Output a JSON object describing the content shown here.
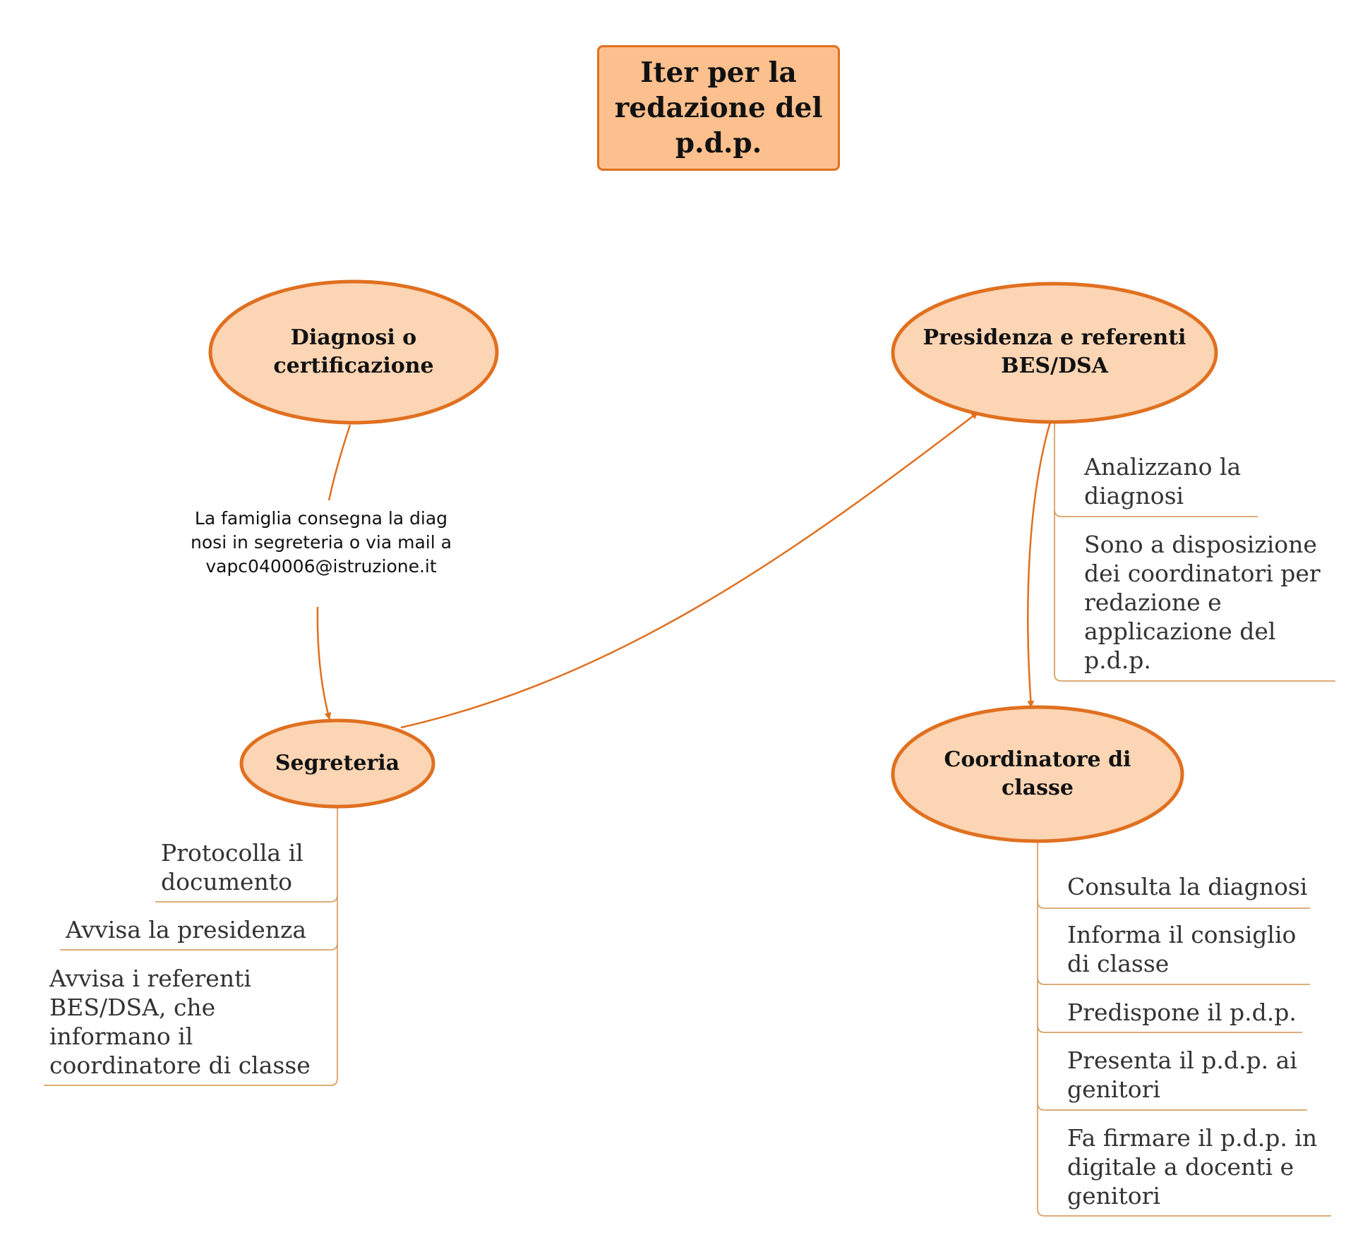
{
  "title": "Iter per la redazione del p.d.p.",
  "colors": {
    "accent": "#e07020",
    "node_fill": "#fcd5b4",
    "title_fill": "#fbc08e",
    "branch_line": "#d9a066"
  },
  "nodes": {
    "diagnosi": "Diagnosi o certificazione",
    "presidenza": "Presidenza e referenti BES/DSA",
    "segreteria": "Segreteria",
    "coordinatore": "Coordinatore di classe"
  },
  "edge_label": "La famiglia consegna la diagnosi in segreteria o via mail a vapc040006@istruzione.it",
  "segreteria_items": [
    "Protocolla il documento",
    "Avvisa la presidenza",
    "Avvisa i referenti BES/DSA, che informano il coordinatore di classe"
  ],
  "presidenza_items": [
    "Analizzano la diagnosi",
    "Sono a disposizione dei coordinatori per redazione e applicazione del p.d.p."
  ],
  "coordinatore_items": [
    "Consulta la diagnosi",
    "Informa il consiglio di classe",
    "Predispone il p.d.p.",
    "Presenta il p.d.p. ai genitori",
    "Fa firmare il p.d.p. in digitale a docenti e genitori"
  ]
}
